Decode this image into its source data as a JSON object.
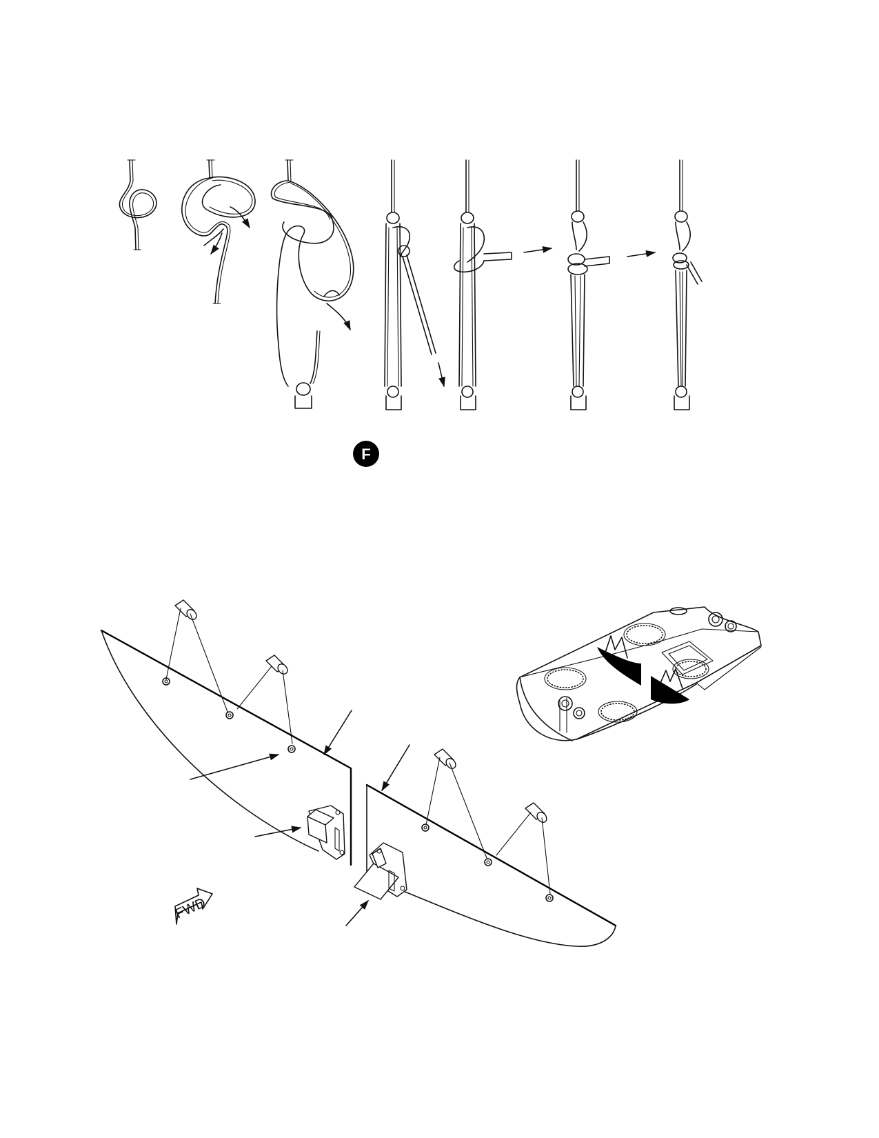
{
  "figure_label": "F",
  "direction_label": "FWD",
  "colors": {
    "ink": "#111111",
    "background": "#ffffff"
  },
  "icons": [
    "knot-step-icons",
    "fwd-arrow-icon",
    "callout-badge-icon"
  ]
}
